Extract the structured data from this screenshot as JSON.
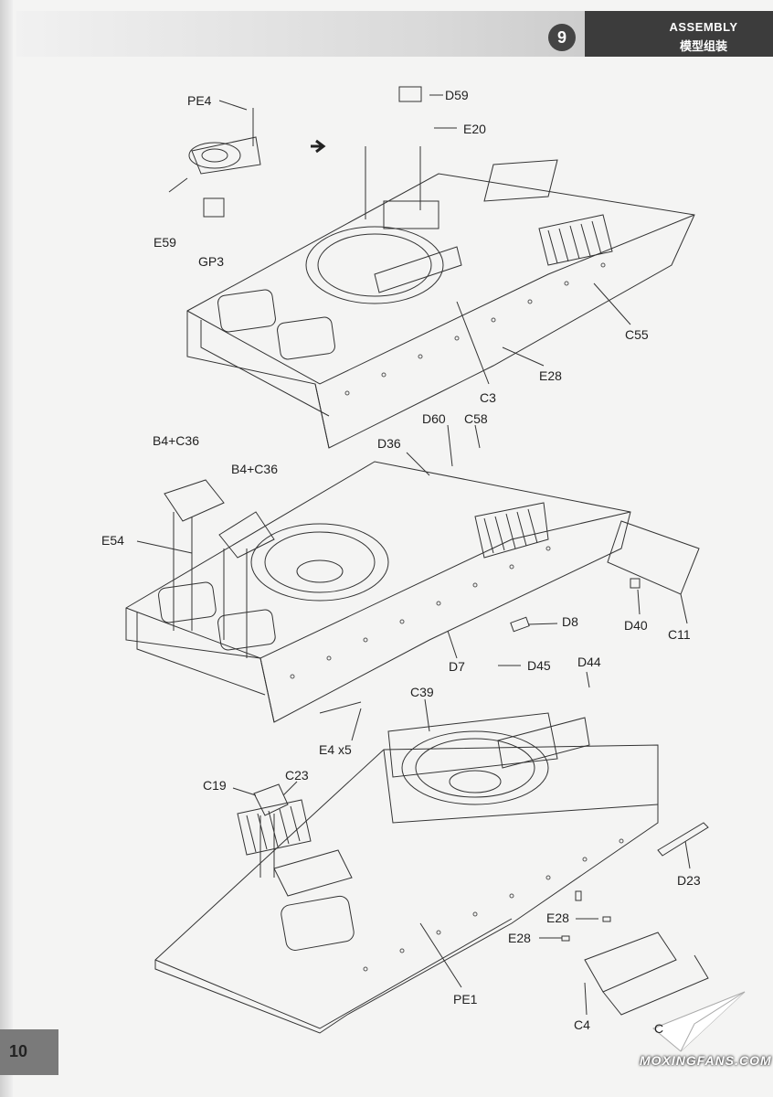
{
  "header": {
    "step_number": "9",
    "section_title_en": "ASSEMBLY",
    "section_title_cn": "模型组装"
  },
  "page_number": "10",
  "watermark": {
    "text": "MOXINGFANS.COM"
  },
  "diagram_1": {
    "labels": {
      "pe4": "PE4",
      "d59": "D59",
      "e20": "E20",
      "e59": "E59",
      "gp3": "GP3",
      "c55": "C55",
      "e28": "E28",
      "c3": "C3"
    }
  },
  "diagram_2": {
    "labels": {
      "b4_c36_left": "B4+C36",
      "b4_c36_right": "B4+C36",
      "e54": "E54",
      "d60": "D60",
      "c58": "C58",
      "d36": "D36",
      "d8": "D8",
      "d40": "D40",
      "c11": "C11",
      "d7": "D7",
      "e4": "E4 x5"
    }
  },
  "diagram_3": {
    "labels": {
      "d45": "D45",
      "d44": "D44",
      "c39": "C39",
      "c19": "C19",
      "c23": "C23",
      "d23": "D23",
      "e28_a": "E28",
      "e28_b": "E28",
      "pe1": "PE1",
      "c4": "C4",
      "c_cut": "C"
    }
  }
}
